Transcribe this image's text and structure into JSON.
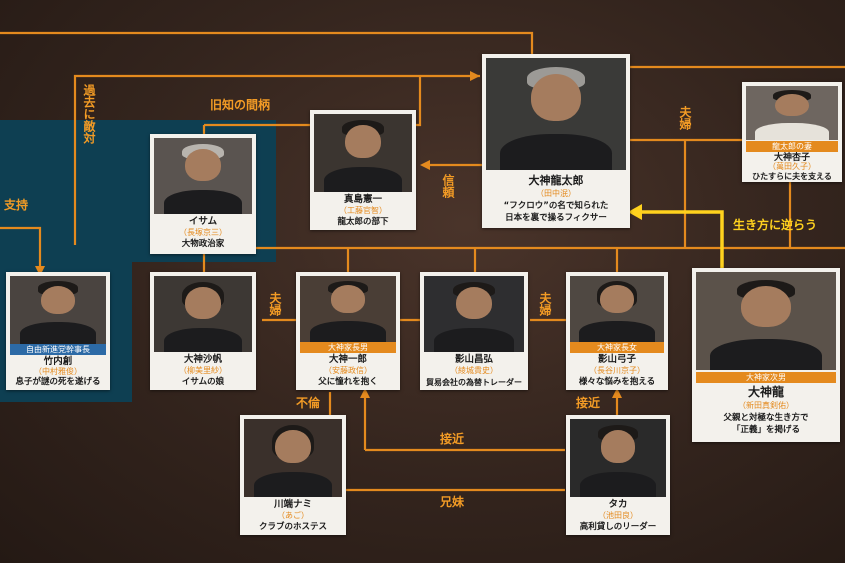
{
  "colors": {
    "line": "#e48a1e",
    "highlight": "#ffd21e",
    "panel": "#0e3f52",
    "background": "#3a2a22"
  },
  "labels": {
    "kako": "過去に敵対",
    "shiji": "支持",
    "kyuchi": "旧知の間柄",
    "shinrai": "信頼",
    "fuufu_top": "夫婦",
    "ikikata": "生き方に逆らう",
    "fuufu_left": "夫婦",
    "fuufu_mid": "夫婦",
    "furin": "不倫",
    "sekkin_right": "接近",
    "sekkin_mid": "接近",
    "kyoudai": "兄妹"
  },
  "people": {
    "ryutaro": {
      "name": "大神龍太郎",
      "actor": "（田中泯）",
      "desc1": "“フクロウ”の名で知られた",
      "desc2": "日本を裏で操るフィクサー",
      "photo": "elderly-man-portrait"
    },
    "mashima": {
      "name": "真島憲一",
      "actor": "（工藤官智）",
      "desc1": "龍太郎の部下",
      "photo": "man-in-suit-portrait"
    },
    "kyoko": {
      "role": "龍太郎の妻",
      "name": "大神杏子",
      "actor": "（萬田久子）",
      "desc1": "ひたすらに夫を支える",
      "photo": "woman-portrait"
    },
    "isamu": {
      "name": "イサム",
      "actor": "（長塚京三）",
      "desc1": "大物政治家",
      "photo": "elderly-politician-portrait"
    },
    "takeuchi": {
      "role": "自由新進党幹事長",
      "name": "竹内創",
      "actor": "（中村雅俊）",
      "desc1": "息子が謎の死を遂げる",
      "photo": "man-with-glasses-portrait"
    },
    "saho": {
      "name": "大神沙帆",
      "actor": "（柳美里紗）",
      "desc1": "イサムの娘",
      "photo": "woman-bob-hair-portrait"
    },
    "ichiro": {
      "role": "大神家長男",
      "name": "大神一郎",
      "actor": "（安藤政信）",
      "desc1": "父に憧れを抱く",
      "photo": "man-long-hair-portrait"
    },
    "masahiro": {
      "name": "影山昌弘",
      "actor": "（綾城貴史）",
      "desc1": "貿易会社の為替トレーダー",
      "photo": "man-portrait"
    },
    "yumiko": {
      "role": "大神家長女",
      "name": "影山弓子",
      "actor": "（長谷川京子）",
      "desc1": "様々な悩みを抱える",
      "photo": "woman-long-hair-portrait"
    },
    "ryu": {
      "role": "大神家次男",
      "name": "大神龍",
      "actor": "（新田真剣佑）",
      "desc1": "父親と対極な生き方で",
      "desc2": "「正義」を掲げる",
      "photo": "young-man-portrait"
    },
    "nami": {
      "name": "川端ナミ",
      "actor": "（あご）",
      "desc1": "クラブのホステス",
      "photo": "woman-curly-hair-portrait"
    },
    "taka": {
      "name": "タカ",
      "actor": "（池田良）",
      "desc1": "高利貸しのリーダー",
      "photo": "man-in-dark-portrait"
    }
  }
}
